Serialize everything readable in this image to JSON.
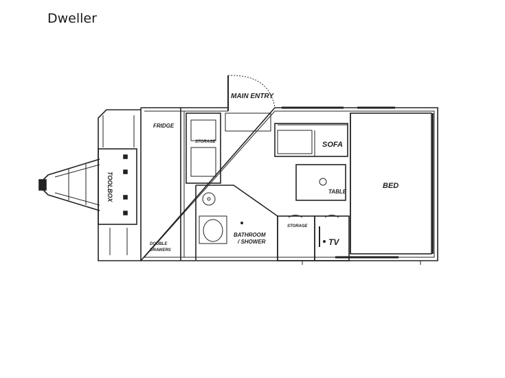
{
  "title": "Dweller",
  "labels": {
    "main_entry": "MAIN ENTRY",
    "fridge": "FRIDGE",
    "storage_top": "STORAGE",
    "toolbox": "TOOLBOX",
    "sofa": "SOFA",
    "table": "TABLE",
    "bed": "BED",
    "bathroom_line1": "BATHROOM",
    "bathroom_line2": "/ SHOWER",
    "storage_bottom": "STORAGE",
    "tv": "TV",
    "drawers_line1": "DOUBLE",
    "drawers_line2": "DRAWERS"
  }
}
